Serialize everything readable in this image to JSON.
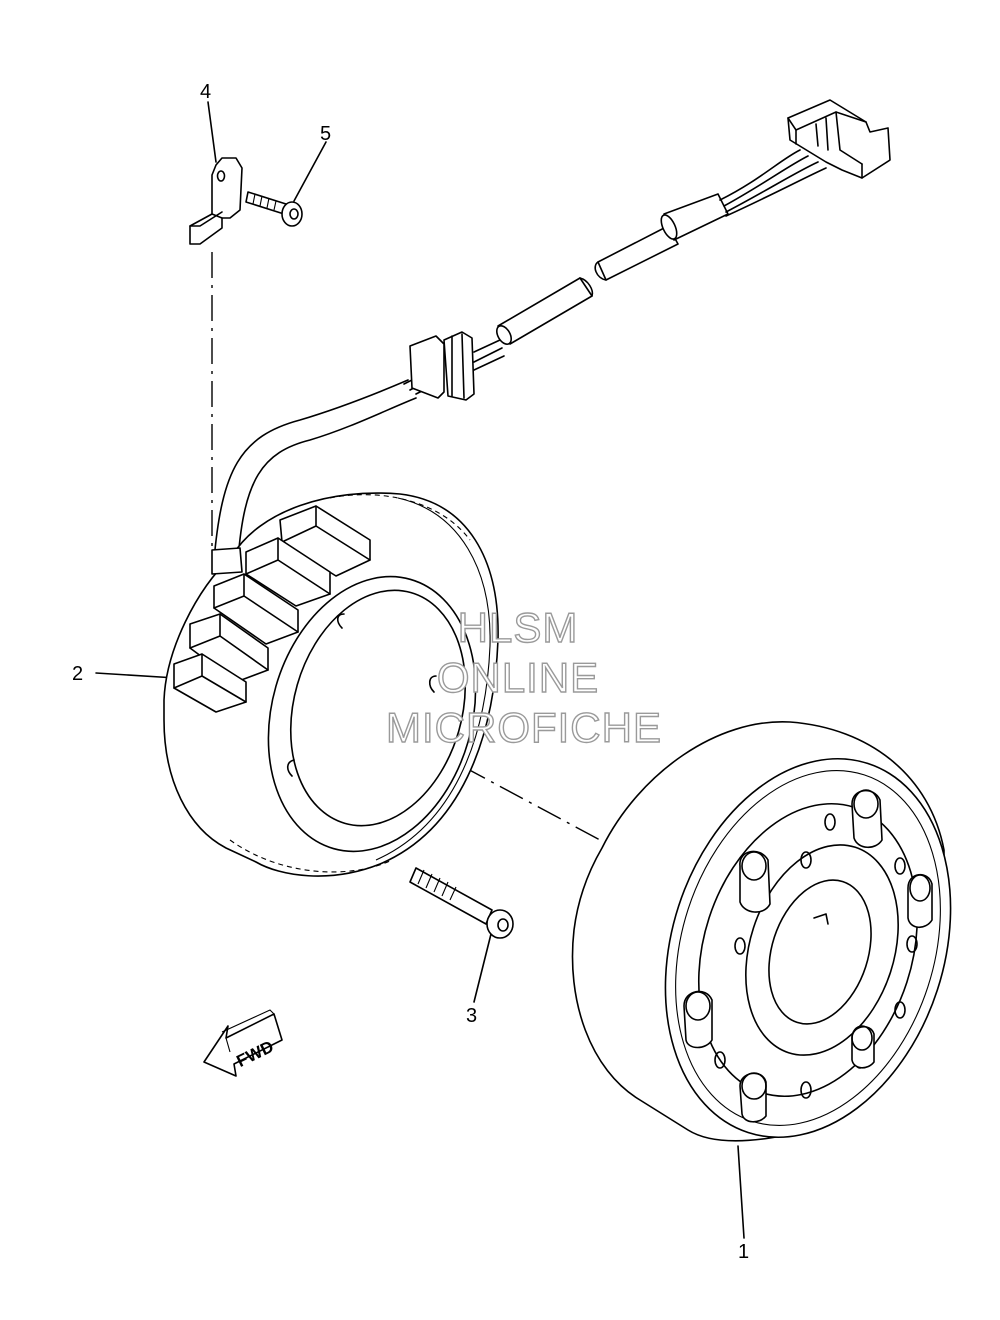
{
  "callouts": {
    "part1": "1",
    "part2": "2",
    "part3": "3",
    "part4": "4",
    "part5": "5"
  },
  "watermark": {
    "line1": "HLSM",
    "line2": "ONLINE",
    "line3": "MICROFICHE"
  },
  "direction_marker": "FWD",
  "colors": {
    "line": "#000000",
    "watermark_outline": "#9a9a9a",
    "background": "#ffffff"
  }
}
